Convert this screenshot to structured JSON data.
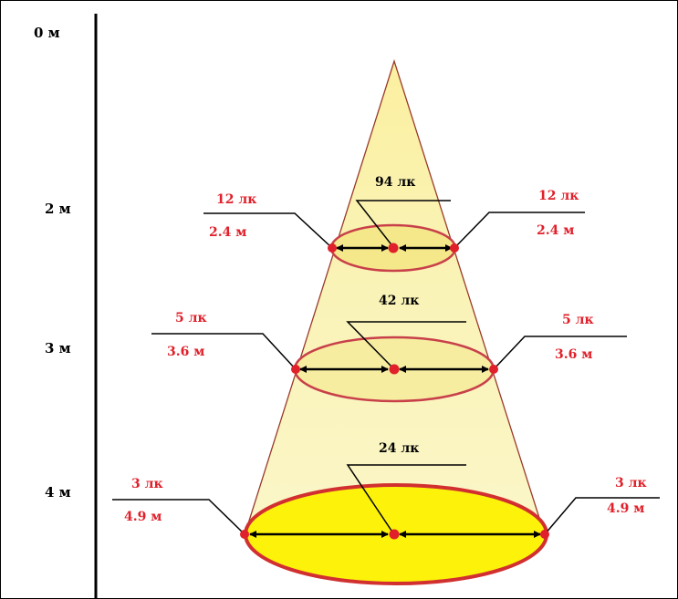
{
  "colors": {
    "cone_fill": "#fbf3a8",
    "cone_edge": "#9a3a2a",
    "ellipse_light": "#f6eda0",
    "ellipse_dark": "#fcf20a",
    "ellipse_edge": "#d23030",
    "point": "#e0202a",
    "label_red": "#e0202a",
    "text": "#000000"
  },
  "distance_scale": [
    "0 м",
    "2 м",
    "3 м",
    "4 м"
  ],
  "levels": [
    {
      "center_lux": "94 лк",
      "edge_lux": "12 лк",
      "diameter": "2.4 м"
    },
    {
      "center_lux": "42 лк",
      "edge_lux": "5 лк",
      "diameter": "3.6 м"
    },
    {
      "center_lux": "24 лк",
      "edge_lux": "3 лк",
      "diameter": "4.9 м"
    }
  ]
}
